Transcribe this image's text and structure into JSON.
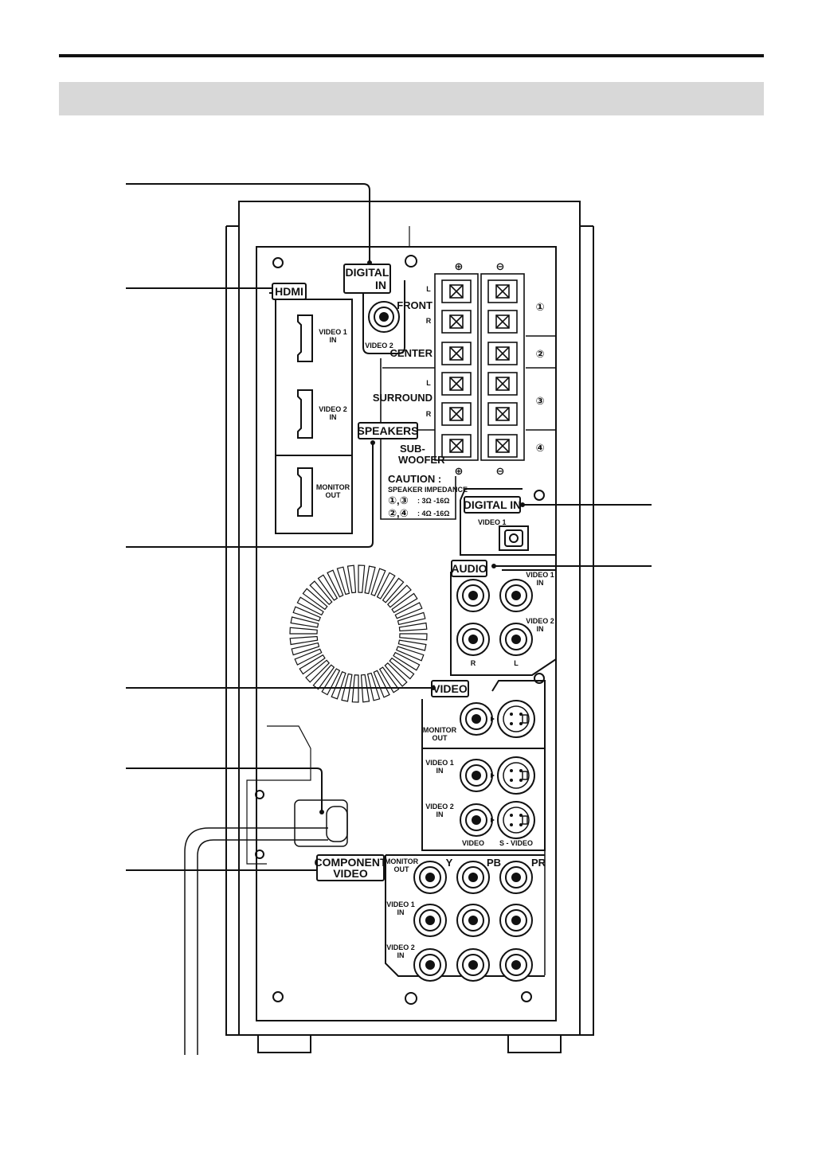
{
  "labels": {
    "digital_in_coax_1": "DIGITAL",
    "digital_in_coax_2": "IN",
    "video2_coax": "VIDEO 2",
    "hdmi": "HDMI",
    "hdmi_video1_1": "VIDEO 1",
    "hdmi_video1_2": "IN",
    "hdmi_video2_1": "VIDEO 2",
    "hdmi_video2_2": "IN",
    "hdmi_monitor_1": "MONITOR",
    "hdmi_monitor_2": "OUT",
    "speakers": "SPEAKERS",
    "plus": "⊕",
    "minus": "⊖",
    "front": "FRONT",
    "front_l": "L",
    "front_r": "R",
    "center": "CENTER",
    "surround": "SURROUND",
    "surround_l": "L",
    "surround_r": "R",
    "sub_1": "SUB-",
    "sub_2": "WOOFER",
    "n1": "①",
    "n2": "②",
    "n3": "③",
    "n4": "④",
    "caution": "CAUTION :",
    "impedance": "SPEAKER IMPEDANCE",
    "imp_row1_a": "①,③",
    "imp_row1_b": ":  3Ω -16Ω",
    "imp_row2_a": "②,④",
    "imp_row2_b": ":  4Ω -16Ω",
    "digital_in_opt": "DIGITAL IN",
    "video1_opt": "VIDEO 1",
    "audio": "AUDIO",
    "audio_v1_1": "VIDEO 1",
    "audio_v1_2": "IN",
    "audio_v2_1": "VIDEO 2",
    "audio_v2_2": "IN",
    "audio_r": "R",
    "audio_l": "L",
    "video": "VIDEO",
    "vid_mon_1": "MONITOR",
    "vid_mon_2": "OUT",
    "vid_v1_1": "VIDEO 1",
    "vid_v1_2": "IN",
    "vid_v2_1": "VIDEO 2",
    "vid_v2_2": "IN",
    "vid_video": "VIDEO",
    "vid_svideo": "S - VIDEO",
    "component_1": "COMPONENT",
    "component_2": "VIDEO",
    "comp_mon_1": "MONITOR",
    "comp_mon_2": "OUT",
    "comp_y": "Y",
    "comp_pb": "PB",
    "comp_pr": "PR",
    "comp_v1_1": "VIDEO 1",
    "comp_v1_2": "IN",
    "comp_v2_1": "VIDEO 2",
    "comp_v2_2": "IN"
  },
  "colors": {
    "line": "#111111",
    "band": "#d8d8d8"
  }
}
